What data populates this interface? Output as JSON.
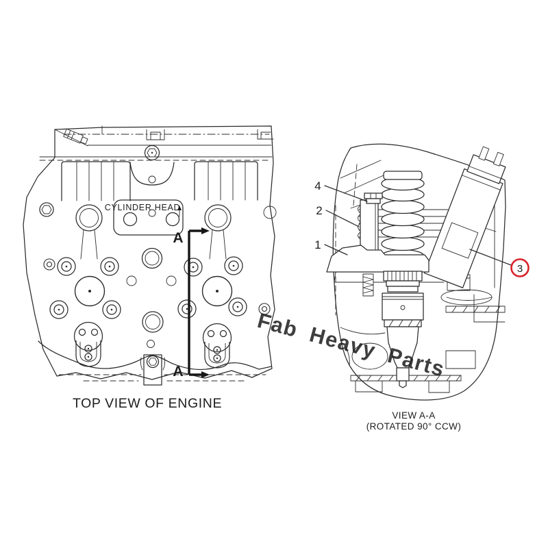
{
  "colors": {
    "line": "#2b2b2b",
    "callout_red": "#d8232a",
    "watermark_orange": "#f2a57e"
  },
  "watermark": {
    "text": "Fab Heavy Parts"
  },
  "left_figure": {
    "caption": "TOP VIEW OF ENGINE",
    "part_label": "CYLINDER HEAD",
    "section_letter_top": "A",
    "section_letter_bottom": "A"
  },
  "right_figure": {
    "caption_line1": "VIEW A-A",
    "caption_line2": "(ROTATED 90° CCW)",
    "callouts": [
      {
        "number": "1"
      },
      {
        "number": "2"
      },
      {
        "number": "3",
        "circled": true,
        "circle_color": "#d8232a"
      },
      {
        "number": "4"
      }
    ]
  }
}
